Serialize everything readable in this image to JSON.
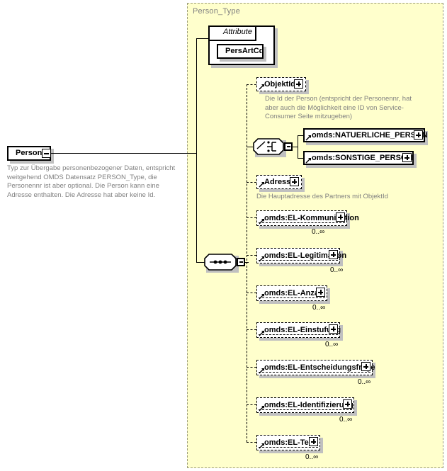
{
  "diagram": {
    "title": "Person_Type",
    "root": {
      "name": "Person",
      "expander": "minus",
      "annotation": "Typ zur Übergabe personenbezogener Daten, entspricht weitgehend OMDS Datensatz PERSON_Type, die Personennr ist aber optional. Die Person kann eine Adresse enthalten. Die Adresse hat aber keine Id."
    },
    "attributes_group": {
      "label": "Attribute",
      "expander": "minus",
      "items": [
        {
          "name": "PersArtCd"
        }
      ]
    },
    "compositors": {
      "choice": {
        "icon": "choice-icon",
        "expander": "minus"
      },
      "sequence": {
        "icon": "sequence-icon",
        "expander": "minus"
      }
    },
    "children": [
      {
        "name": "ObjektId",
        "expander": "plus",
        "optional": true,
        "repeating": false,
        "cardinality": "",
        "annotation": "Die Id der Person (entspricht der Personennr, hat aber auch die Möglichkeit eine ID von Service-Consumer Seite mitzugeben)"
      },
      {
        "name": "Adresse",
        "expander": "plus",
        "optional": true,
        "repeating": false,
        "cardinality": "",
        "annotation": "Die Hauptadresse des Partners mit ObjektId"
      },
      {
        "name": "omds:EL-Kommunikation",
        "expander": "plus",
        "optional": true,
        "repeating": true,
        "cardinality": "0..∞",
        "annotation": ""
      },
      {
        "name": "omds:EL-Legitimation",
        "expander": "plus",
        "optional": true,
        "repeating": true,
        "cardinality": "0..∞",
        "annotation": ""
      },
      {
        "name": "omds:EL-Anzahl",
        "expander": "plus",
        "optional": true,
        "repeating": true,
        "cardinality": "0..∞",
        "annotation": ""
      },
      {
        "name": "omds:EL-Einstufung",
        "expander": "plus",
        "optional": true,
        "repeating": true,
        "cardinality": "0..∞",
        "annotation": ""
      },
      {
        "name": "omds:EL-Entscheidungsfrage",
        "expander": "plus",
        "optional": true,
        "repeating": true,
        "cardinality": "0..∞",
        "annotation": ""
      },
      {
        "name": "omds:EL-Identifizierung",
        "expander": "plus",
        "optional": true,
        "repeating": true,
        "cardinality": "0..∞",
        "annotation": ""
      },
      {
        "name": "omds:EL-Text",
        "expander": "plus",
        "optional": true,
        "repeating": true,
        "cardinality": "0..∞",
        "annotation": ""
      }
    ],
    "choice_children": [
      {
        "name": "omds:NATUERLICHE_PERSON",
        "expander": "plus"
      },
      {
        "name": "omds:SONSTIGE_PERSON",
        "expander": "plus"
      }
    ],
    "colors": {
      "panel_background": "#ffffcc",
      "panel_border": "#9a9a78",
      "node_fill": "#ffffff",
      "node_border": "#000000",
      "shadow": "#c0c0c0",
      "annotation_text": "#808080",
      "label_text": "#000000"
    }
  }
}
